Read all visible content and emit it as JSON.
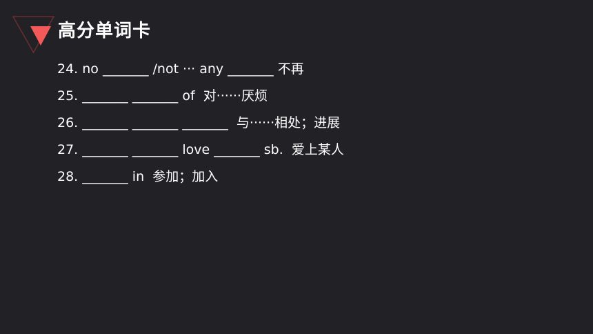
{
  "header": {
    "title": "高分单词卡"
  },
  "items": [
    "24. no _______ /not ··· any _______ 不再",
    "25. _______ _______ of  对······厌烦",
    "26. _______ _______ _______  与······相处；进展",
    "27. _______ _______ love _______ sb.  爱上某人",
    "28. _______ in  参加；加入"
  ],
  "colors": {
    "background": "#222126",
    "accent": "#f25a5a",
    "accent_outline": "#6b2e33",
    "text": "#ffffff"
  },
  "icons": {
    "logo": "down-triangle-icon"
  }
}
